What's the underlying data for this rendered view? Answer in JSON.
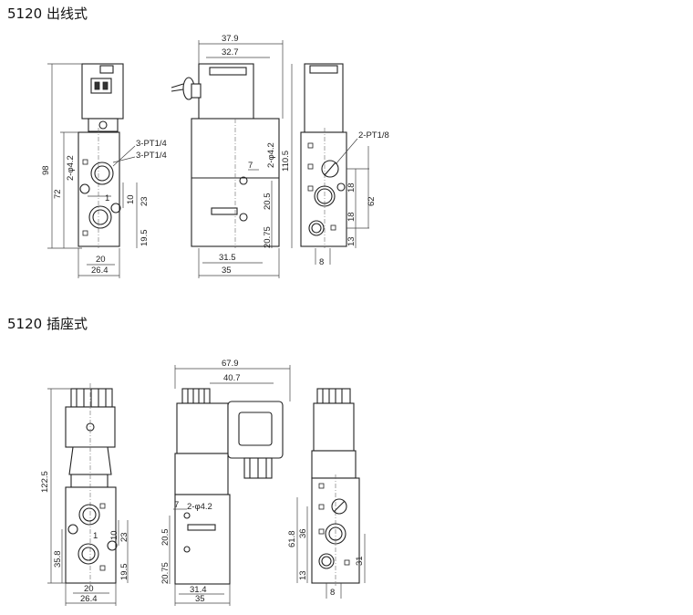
{
  "headings": {
    "top": "5120 出线式",
    "bottom": "5120 插座式"
  },
  "dims": {
    "v1": {
      "d98": "98",
      "d72": "72",
      "hole": "2-φ4.2",
      "pt14a": "3-PT1/4",
      "pt14b": "3-PT1/4",
      "d1": "1",
      "d10": "10",
      "d23": "23",
      "d19_5": "19.5",
      "d20": "20",
      "d26_4": "26.4"
    },
    "v2": {
      "d37_9": "37.9",
      "d32_7": "32.7",
      "d110_5": "110.5",
      "hole": "2-φ4.2",
      "d7": "7",
      "d20_5": "20.5",
      "d20_75": "20.75",
      "d31_5": "31.5",
      "d35": "35"
    },
    "v3": {
      "pt18": "2-PT1/8",
      "d18a": "18",
      "d18b": "18",
      "d62": "62",
      "d13": "13",
      "d8": "8"
    },
    "v4": {
      "d122_5": "122.5",
      "d35_8": "35.8",
      "d1": "1",
      "d10": "10",
      "d23": "23",
      "d19_5": "19.5",
      "d20": "20",
      "d26_4": "26.4"
    },
    "v5": {
      "d67_9": "67.9",
      "d40_7": "40.7",
      "d7": "7",
      "hole": "2-φ4.2",
      "d20_5": "20.5",
      "d20_75": "20.75",
      "d31_4": "31.4",
      "d35": "35"
    },
    "v6": {
      "d61_8": "61.8",
      "d36": "36",
      "d13": "13",
      "d31": "31",
      "d8": "8"
    }
  }
}
